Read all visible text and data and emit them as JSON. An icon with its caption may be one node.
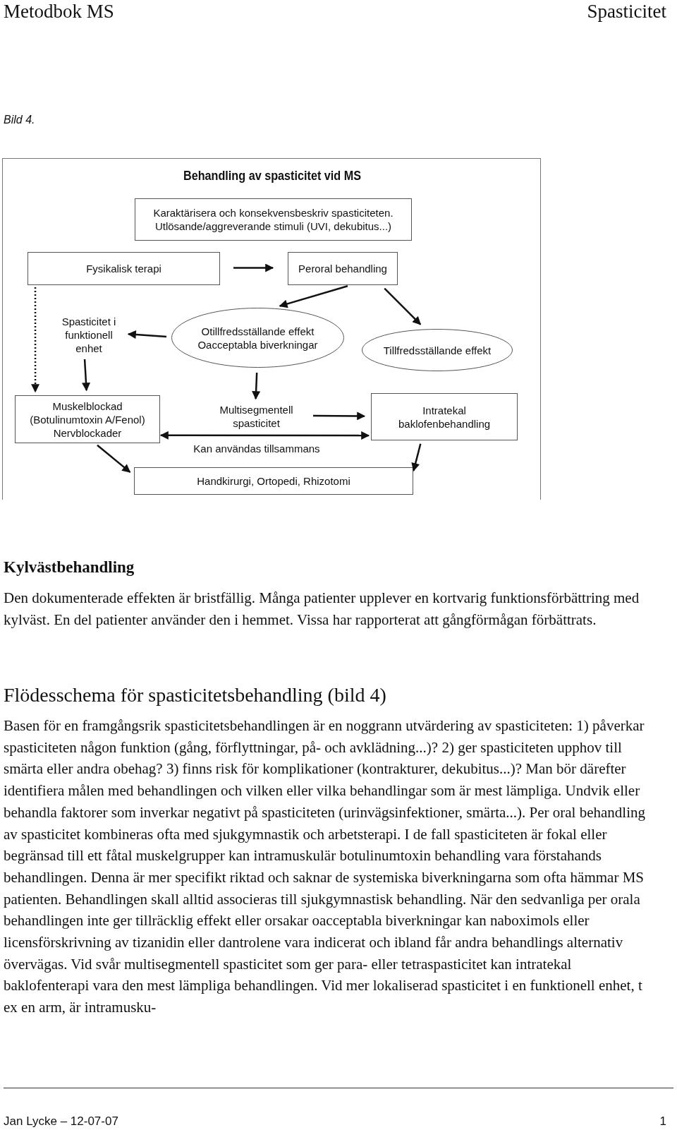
{
  "diagram": {
    "title": "Behandling av spasticitet vid MS",
    "nodes": [
      {
        "text": [
          "Karaktärisera och konsekvensbeskriv spasticiteten. Utlösande/aggreverande stimuli (UVI, dekubitus...)"
        ]
      },
      {
        "text": [
          "Fysikalisk terapi"
        ]
      },
      {
        "text": [
          "Peroral behandling"
        ]
      },
      {
        "text": [
          "Spasticitet i funktionell enhet"
        ]
      },
      {
        "text": [
          "Otillfredsställande effekt",
          "Oacceptabla biverkningar"
        ]
      },
      {
        "text": [
          "Tillfredsställande effekt"
        ]
      },
      {
        "text": [
          "Muskelblockad (Botulinumtoxin A/Fenol) Nervblockader"
        ]
      },
      {
        "text": [
          "Multisegmentell spasticitet"
        ]
      },
      {
        "text": [
          "Intratekal baklofenbehandling"
        ]
      },
      {
        "text": [
          "Handkirurgi, Ortopedi, Rhizotomi"
        ]
      }
    ],
    "edges": [
      {
        "from": 1,
        "to": 2,
        "arrow": "to"
      },
      {
        "from": 2,
        "to": 4,
        "arrow": "to"
      },
      {
        "from": 2,
        "to": 5,
        "arrow": "to"
      },
      {
        "from": 4,
        "to": 3,
        "arrow": "to"
      },
      {
        "from": 3,
        "to": 6,
        "arrow": "to"
      },
      {
        "from": 1,
        "to": 6,
        "arrow": "to",
        "style": "dashed"
      },
      {
        "from": 4,
        "to": 7,
        "arrow": "to"
      },
      {
        "from": 7,
        "to": 8,
        "arrow": "to"
      },
      {
        "from": 6,
        "to": 8,
        "arrow": "both",
        "label": "Kan användas tillsammans"
      },
      {
        "from": 6,
        "to": 9,
        "arrow": "to"
      },
      {
        "from": 8,
        "to": 9,
        "arrow": "to"
      }
    ],
    "labels": [
      "Metodbok MS",
      "Spasticitet",
      "Bild 4.",
      "Kylvästbehandling",
      "Den dokumenterade effekten är bristfällig. Många patienter upplever en kortvarig funktionsförbättring med kylväst. En del patienter använder den i hemmet. Vissa har rapporterat att gångförmågan förbättrats.",
      "Flödesschema för spasticitetsbehandling (bild 4)",
      "Basen för en framgångsrik spasticitetsbehandlingen är en noggrann utvärdering av spasticiteten: 1) påverkar spasticiteten någon funktion (gång, förflyttningar, på- och avklädning...)? 2) ger spasticiteten upphov till smärta eller andra obehag? 3) finns risk för komplikationer (kontrakturer, dekubitus...)? Man bör därefter identifiera målen med behandlingen och vilken eller vilka behandlingar som är mest lämpliga. Undvik eller behandla faktorer som inverkar negativt på spasticiteten (urinvägsinfektioner, smärta...). Per oral behandling av spasticitet kombineras ofta med sjukgymnastik och arbetsterapi. I de fall spasticiteten är fokal eller begränsad till ett fåtal muskelgrupper kan intramuskulär botulinumtoxin behandling vara förstahands behandlingen. Denna är mer specifikt riktad och saknar de systemiska biverkningarna som ofta hämmar MS patienten. Behandlingen skall alltid associeras till sjukgymnastisk behandling. När den sedvanliga per orala behandlingen inte ger tillräcklig effekt eller orsakar oacceptabla biverkningar kan naboximols eller licensförskrivning av tizanidin eller dantrolene vara indicerat och ibland får andra behandlings alternativ övervägas. Vid svår multisegmentell spasticitet som ger para- eller tetraspasticitet kan intratekal baklofenterapi vara den mest lämpliga behandlingen. Vid mer lokaliserad spasticitet i en funktionell enhet, t ex en arm, är intramusku-",
      "Jan Lycke – 12-07-07",
      "1"
    ]
  }
}
